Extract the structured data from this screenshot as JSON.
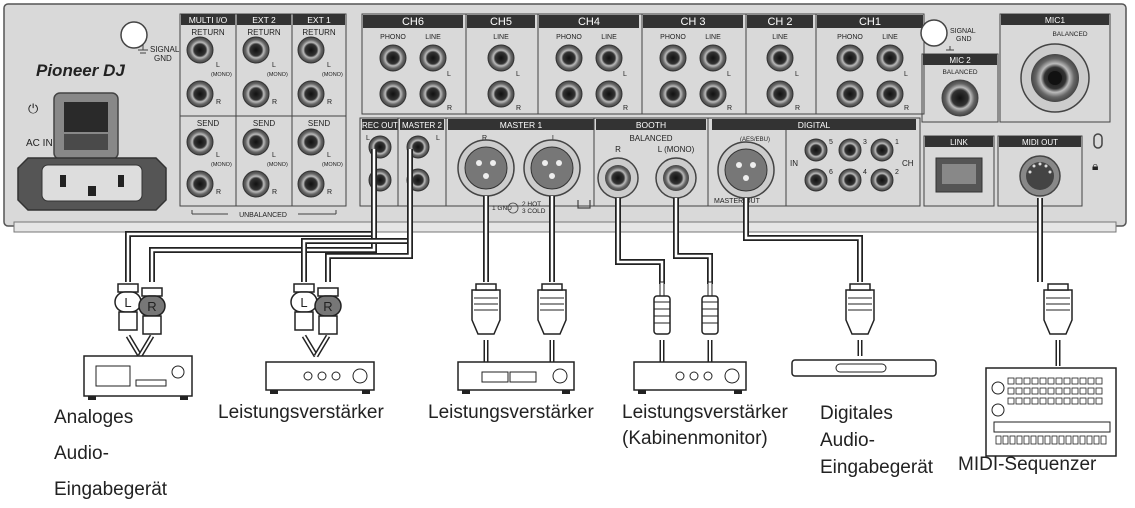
{
  "panel": {
    "brand": "Pioneer DJ",
    "power_symbol": "⏻",
    "ac_in": "AC IN",
    "signal_gnd_left": [
      "SIGNAL",
      "GND"
    ],
    "signal_gnd_right": [
      "SIGNAL",
      "GND"
    ],
    "multi_io": "MULTI I/O",
    "ext2": "EXT 2",
    "ext1": "EXT 1",
    "return": "RETURN",
    "send": "SEND",
    "L": "L",
    "R": "R",
    "mono": "(MONO)",
    "unbalanced": "UNBALANCED",
    "channels": [
      "CH6",
      "CH5",
      "CH4",
      "CH 3",
      "CH 2",
      "CH1"
    ],
    "phono": "PHONO",
    "line": "LINE",
    "rec_out": "REC OUT",
    "master2": "MASTER 2",
    "master1": "MASTER 1",
    "booth": "BOOTH",
    "balanced": "BALANCED",
    "l_mono": "L (MONO)",
    "xlr_legend": [
      "1 GND",
      "2 HOT",
      "3 COLD"
    ],
    "digital": "DIGITAL",
    "aes_ebu": "(AES/EBU)",
    "master_out": "MASTER OUT",
    "in": "IN",
    "ch": "CH",
    "digital_nums": [
      "5",
      "3",
      "1",
      "6",
      "4",
      "2"
    ],
    "mic1": "MIC1",
    "mic2": "MIC 2",
    "link": "LINK",
    "midi_out": "MIDI OUT"
  },
  "plugs": {
    "left": "L",
    "right": "R"
  },
  "devices": [
    {
      "lines": [
        "Analoges",
        "Audio-",
        "Eingabegerät"
      ]
    },
    {
      "lines": [
        "Leistungsverstärker"
      ]
    },
    {
      "lines": [
        "Leistungsverstärker"
      ]
    },
    {
      "lines": [
        "Leistungsverstärker",
        "(Kabinenmonitor)"
      ]
    },
    {
      "lines": [
        "Digitales",
        "Audio-",
        "Eingabegerät"
      ]
    },
    {
      "lines": [
        "MIDI-Sequenzer"
      ]
    }
  ],
  "colors": {
    "panel": "#d9d9d9",
    "ink": "#222222",
    "jack": "#555555"
  }
}
